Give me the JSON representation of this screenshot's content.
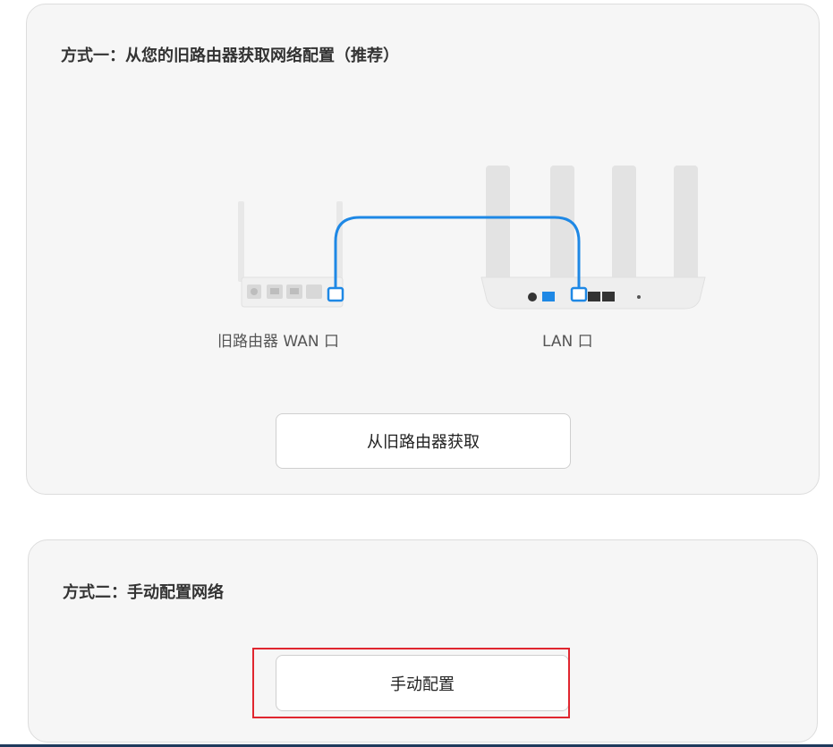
{
  "method_one": {
    "title": "方式一：从您的旧路由器获取网络配置（推荐）",
    "old_router_label": "旧路由器 WAN 口",
    "new_router_label": "LAN 口",
    "get_button_label": "从旧路由器获取"
  },
  "method_two": {
    "title": "方式二：手动配置网络",
    "manual_button_label": "手动配置"
  },
  "colors": {
    "cable": "#1e88e5",
    "highlight": "#e0262f"
  },
  "icons": {
    "old_router": "old-router-icon",
    "new_router": "new-router-icon",
    "cable": "network-cable-icon"
  }
}
